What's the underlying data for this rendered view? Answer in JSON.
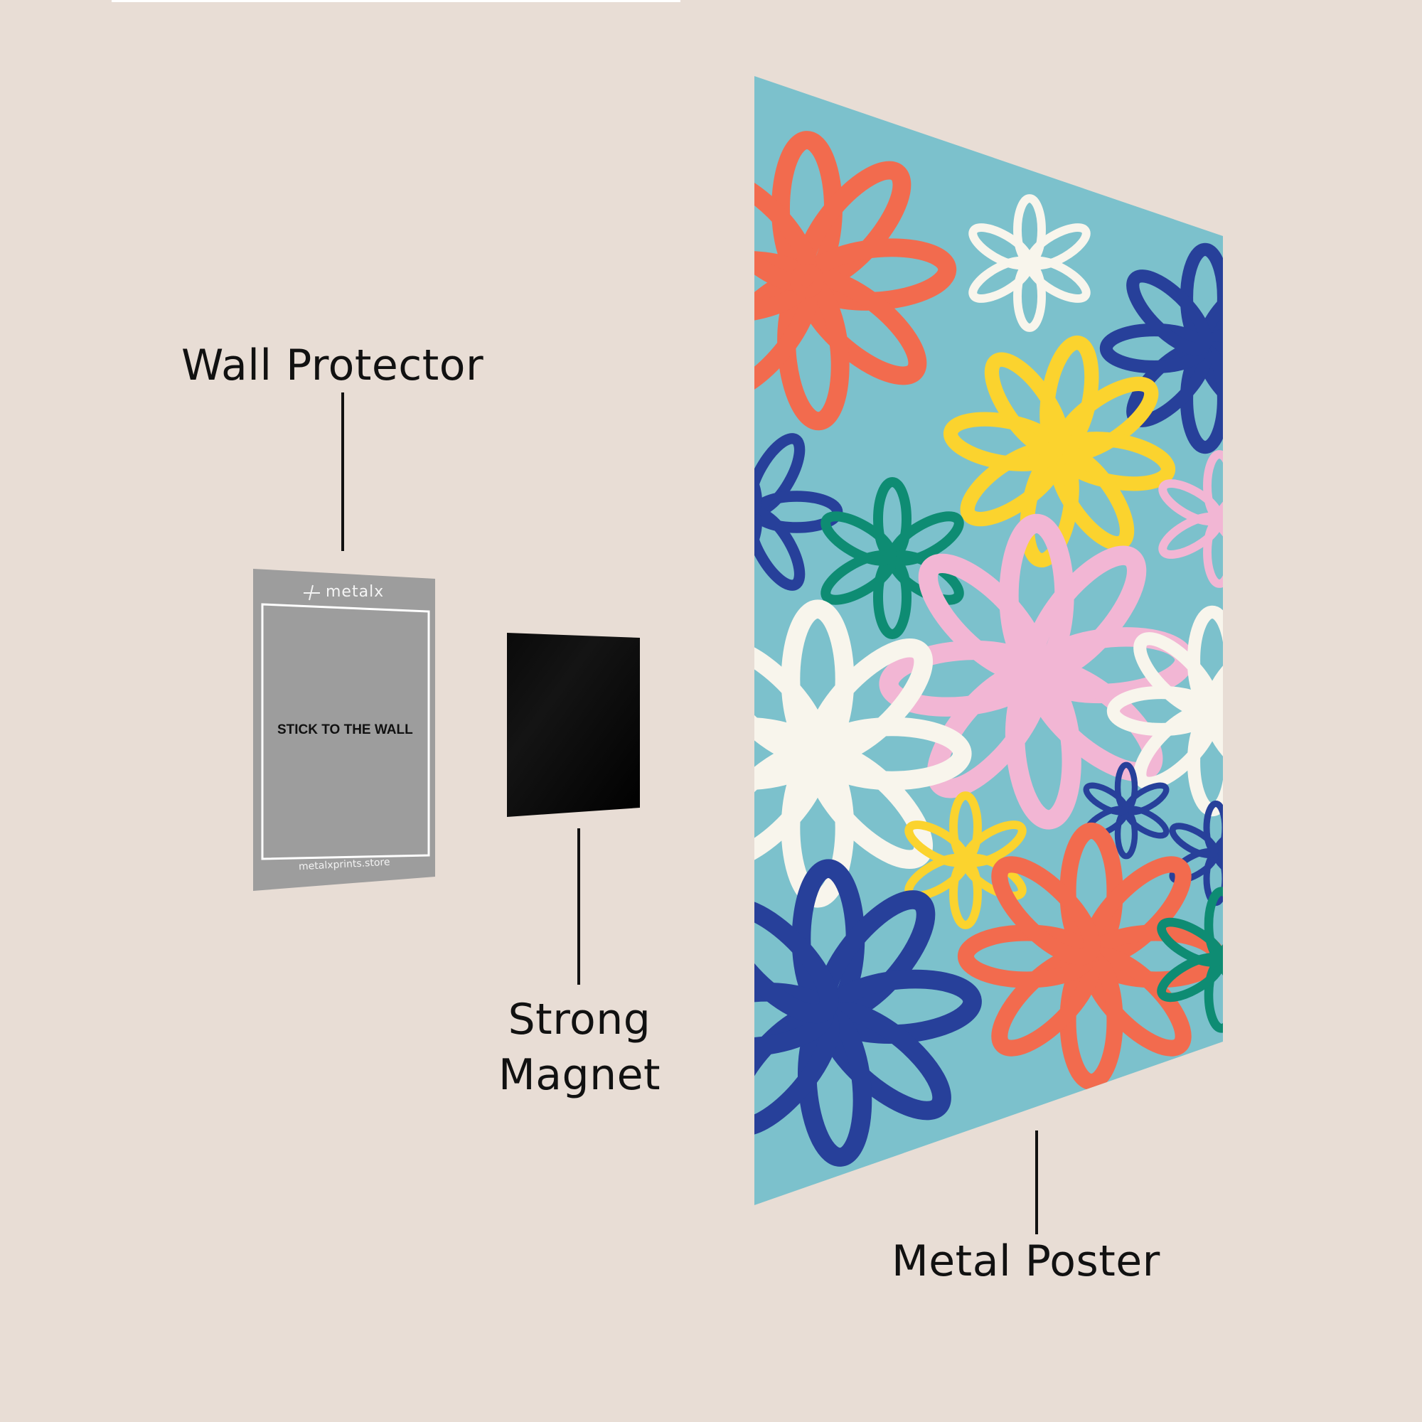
{
  "labels": {
    "wall_protector": "Wall Protector",
    "strong_magnet_line1": "Strong",
    "strong_magnet_line2": "Magnet",
    "metal_poster": "Metal Poster"
  },
  "wall_protector": {
    "brand": "metalx",
    "brand_icon": "metalx-logo-icon",
    "instruction": "STICK TO THE WALL",
    "website": "metalxprints.store",
    "color": "#9d9d9d"
  },
  "magnet": {
    "color": "#050505"
  },
  "poster": {
    "background": "#7cc1cc",
    "pattern": "hand-drawn outline daisies",
    "flower_colors": {
      "coral": "#f26b4e",
      "white": "#f8f5ec",
      "navy": "#27409a",
      "yellow": "#fbd32e",
      "green": "#0e8c73",
      "pink": "#f2b6d4"
    }
  },
  "colors": {
    "background": "#e8ddd5",
    "text": "#111111"
  }
}
